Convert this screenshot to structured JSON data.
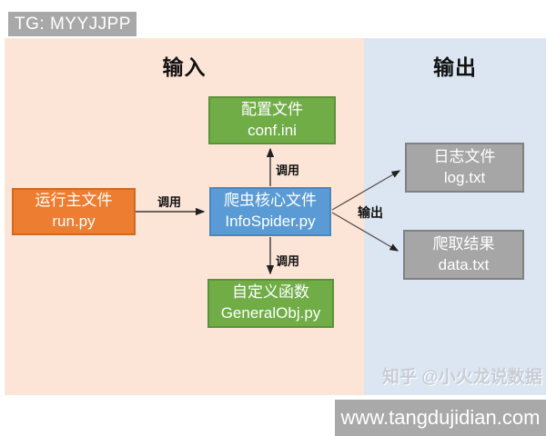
{
  "badge": {
    "text": "TG: MYYJJPP"
  },
  "sections": {
    "input": {
      "title": "输入",
      "bg": "#fce5d7"
    },
    "output": {
      "title": "输出",
      "bg": "#dbe6f2"
    }
  },
  "nodes": {
    "run": {
      "line1": "运行主文件",
      "line2": "run.py",
      "color": "#ed7d31"
    },
    "conf": {
      "line1": "配置文件",
      "line2": "conf.ini",
      "color": "#70ad47"
    },
    "spider": {
      "line1": "爬虫核心文件",
      "line2": "InfoSpider.py",
      "color": "#5b9bd5"
    },
    "general": {
      "line1": "自定义函数",
      "line2": "GeneralObj.py",
      "color": "#70ad47"
    },
    "log": {
      "line1": "日志文件",
      "line2": "log.txt",
      "color": "#a6a6a6"
    },
    "data": {
      "line1": "爬取结果",
      "line2": "data.txt",
      "color": "#a6a6a6"
    }
  },
  "edges": {
    "run_to_spider": {
      "label": "调用"
    },
    "spider_to_conf": {
      "label": "调用"
    },
    "spider_to_general": {
      "label": "调用"
    },
    "spider_to_outputs": {
      "label": "输出"
    }
  },
  "watermark": {
    "text": "知乎 @小火龙说数据"
  },
  "footer": {
    "url": "www.tangdujidian.com"
  }
}
